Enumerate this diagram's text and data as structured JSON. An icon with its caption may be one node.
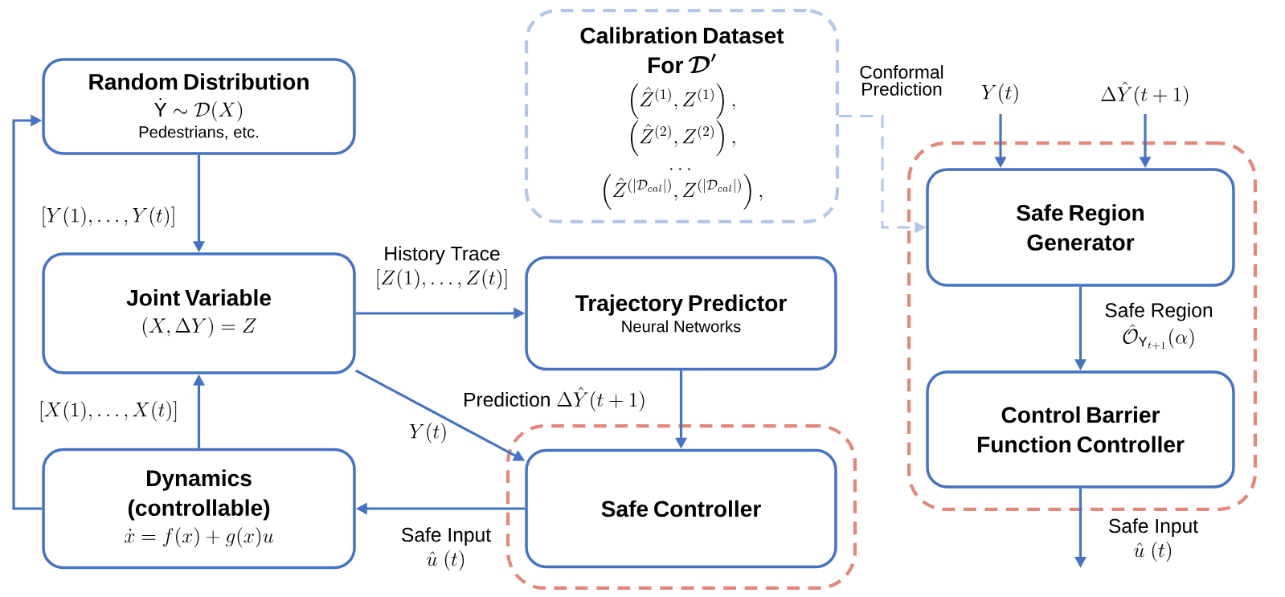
{
  "diagram": {
    "nodes": [
      {
        "text": [
          "Random Distribution",
          "\\dot{\\mathrm{Y}}\\sim\\mathcal{D}(X)",
          "Pedestrians, etc."
        ]
      },
      {
        "text": [
          "Joint Variable",
          "(X,\\Delta Y)=Z"
        ]
      },
      {
        "text": [
          "Dynamics (controllable)",
          "\\dot{x}=f(x)+g(x)u"
        ]
      },
      {
        "text": [
          "\\begin{array}{c}\\textbf{Calibration Dataset}\\\\ \\textbf{For }\\boldsymbol{\\mathcal{D}'}\\end{array}",
          "\\left(\\hat{Z}^{(1)},Z^{(1)}\\right),",
          "\\left(\\hat{Z}^{(2)},Z^{(2)}\\right),",
          "\\dots",
          "\\left(\\hat{Z}^{(|\\mathcal{D}_{cal}|)},Z^{(|\\mathcal{D}_{cal}|)}\\right),"
        ]
      },
      {
        "text": [
          "Trajectory Predictor",
          "Neural Networks"
        ]
      },
      {
        "text": [],
        "shape": "box"
      },
      {
        "text": [
          "Safe Controller"
        ],
        "in": 5
      },
      {
        "text": [],
        "shape": "box"
      },
      {
        "text": [
          "Safe Region Generator"
        ],
        "in": 7
      },
      {
        "text": [
          "Control Barrier Function Controller"
        ],
        "in": 7
      }
    ],
    "edges": [
      {
        "from": 0,
        "to": 1,
        "arrow": "to",
        "label": "[Y(1),\\dots,Y(t)]"
      },
      {
        "from": 2,
        "to": 1,
        "arrow": "to",
        "label": "[X(1),\\dots,X(t)]"
      },
      {
        "from": 2,
        "to": 0,
        "arrow": "to"
      },
      {
        "from": 1,
        "to": 4,
        "arrow": "to",
        "label": "\\begin{array}{c}\\text{History Trace}\\\\ \\left[Z(1),\\dots,Z(t)\\right]\\end{array}"
      },
      {
        "from": 1,
        "to": 6,
        "arrow": "to",
        "label": "Y(t)"
      },
      {
        "from": 4,
        "to": 6,
        "arrow": "to",
        "label": "\\text{Prediction }\\Delta\\hat{Y}(t+1)"
      },
      {
        "from": 6,
        "to": 2,
        "arrow": "to",
        "label": "\\begin{array}{c}\\text{Safe Input}\\\\ \\hat{u}\\ (t)\\end{array}"
      },
      {
        "from": 3,
        "to": 8,
        "arrow": "to",
        "label": "Conformal Prediction",
        "style": "dashed",
        "color": "#b4c7e7"
      },
      {
        "from": null,
        "to": 8,
        "arrow": "to",
        "label": "Y(t)"
      },
      {
        "from": null,
        "to": 8,
        "arrow": "to",
        "label": "\\Delta\\hat{Y}(t+1)"
      },
      {
        "from": 8,
        "to": 9,
        "arrow": "to",
        "label": "\\begin{array}{c}\\text{Safe Region}\\\\ \\hat{\\mathcal{O}}_{\\mathrm{Y}_{t+1}}(\\alpha)\\end{array}"
      },
      {
        "from": 9,
        "to": null,
        "arrow": "to",
        "label": "\\begin{array}{c}\\text{Safe Input}\\\\ \\hat{u}\\ (t)\\end{array}"
      }
    ]
  }
}
